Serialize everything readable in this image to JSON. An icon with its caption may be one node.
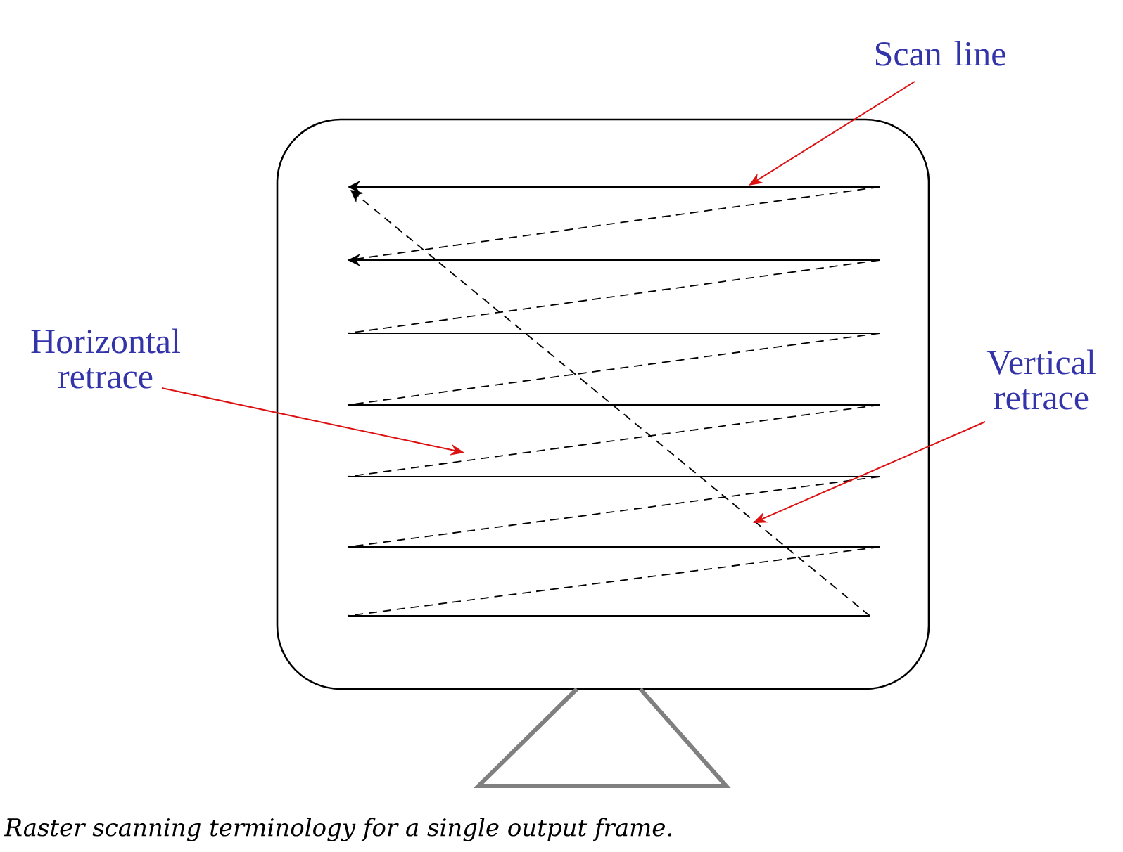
{
  "diagram": {
    "caption": "Raster scanning terminology for a single output frame.",
    "nodes": [
      {
        "text": [
          "Scan line"
        ]
      },
      {
        "text": [
          "Horizontal retrace"
        ]
      },
      {
        "text": [
          "Vertical retrace"
        ]
      }
    ],
    "edges": [
      {
        "from": 0,
        "to": null,
        "arrow": "to"
      },
      {
        "from": 1,
        "to": null,
        "arrow": "to"
      },
      {
        "from": 2,
        "to": null,
        "arrow": "to"
      }
    ]
  }
}
